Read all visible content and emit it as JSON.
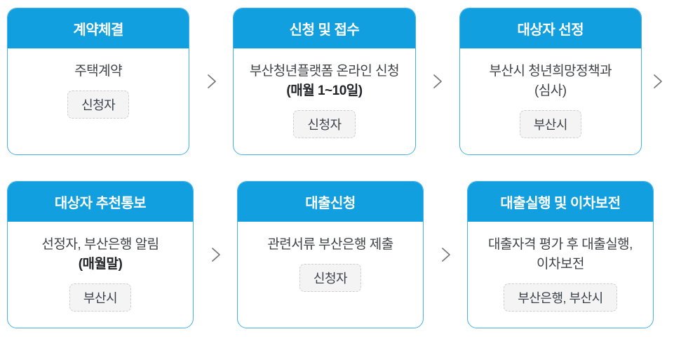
{
  "flow": {
    "steps": [
      {
        "title": "계약체결",
        "lines": [
          {
            "text": "주택계약"
          }
        ],
        "badge": "신청자"
      },
      {
        "title": "신청 및 접수",
        "lines": [
          {
            "text": "부산청년플랫폼 온라인 신청"
          },
          {
            "text": "(매월 1~10일)",
            "bold": true
          }
        ],
        "badge": "신청자"
      },
      {
        "title": "대상자 선정",
        "lines": [
          {
            "text": "부산시 청년희망정책과"
          },
          {
            "text": "(심사)"
          }
        ],
        "badge": "부산시"
      },
      {
        "title": "대상자 추천통보",
        "lines": [
          {
            "text": "선정자, 부산은행 알림"
          },
          {
            "text": "(매월말)",
            "bold": true
          }
        ],
        "badge": "부산시"
      },
      {
        "title": "대출신청",
        "lines": [
          {
            "text": "관련서류 부산은행 제출"
          }
        ],
        "badge": "신청자"
      },
      {
        "title": "대출실행 및 이차보전",
        "lines": [
          {
            "text": "대출자격 평가 후 대출실행,"
          },
          {
            "text": "이차보전"
          }
        ],
        "badge": "부산은행, 부산시"
      }
    ],
    "icons": {
      "arrow": "chevron-right"
    },
    "colors": {
      "header_bg": "#119FE0",
      "header_text": "#FFFFFF",
      "card_border": "#43B1E9",
      "body_text": "#3F4245",
      "badge_bg": "#F4F4F4",
      "badge_border": "#CFCFCF",
      "arrow": "#767676"
    }
  }
}
